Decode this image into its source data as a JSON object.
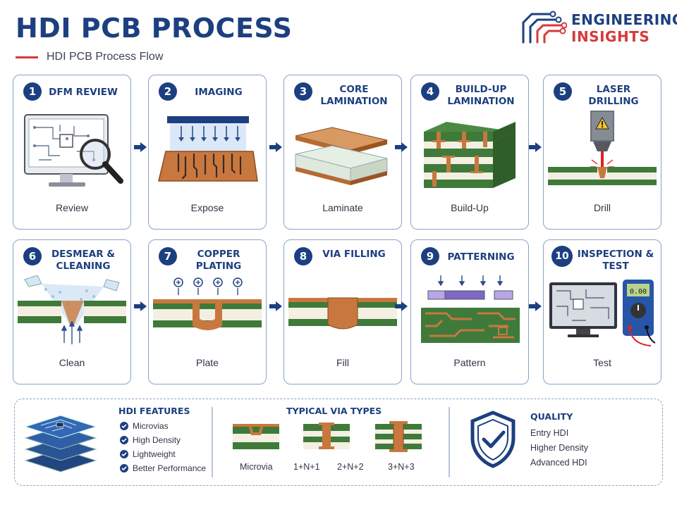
{
  "header": {
    "title": "HDI PCB PROCESS",
    "subtitle": "HDI PCB Process Flow",
    "logo_line1": "ENGINEERING",
    "logo_line2": "INSIGHTS"
  },
  "steps": [
    {
      "num": "1",
      "title": "DFM REVIEW",
      "caption": "Review"
    },
    {
      "num": "2",
      "title": "IMAGING",
      "caption": "Expose"
    },
    {
      "num": "3",
      "title": "CORE LAMINATION",
      "caption": "Laminate"
    },
    {
      "num": "4",
      "title": "BUILD-UP LAMINATION",
      "caption": "Build-Up"
    },
    {
      "num": "5",
      "title": "LASER DRILLING",
      "caption": "Drill"
    },
    {
      "num": "6",
      "title": "DESMEAR & CLEANING",
      "caption": "Clean"
    },
    {
      "num": "7",
      "title": "COPPER PLATING",
      "caption": "Plate"
    },
    {
      "num": "8",
      "title": "VIA FILLING",
      "caption": "Fill"
    },
    {
      "num": "9",
      "title": "PATTERNING",
      "caption": "Pattern"
    },
    {
      "num": "10",
      "title": "INSPECTION & TEST",
      "caption": "Test"
    }
  ],
  "features": {
    "title": "HDI FEATURES",
    "items": [
      "Microvias",
      "High Density",
      "Lightweight",
      "Better Performance"
    ]
  },
  "via_types": {
    "title": "TYPICAL VIA TYPES",
    "items": [
      "Microvia",
      "1+N+1",
      "2+N+2",
      "3+N+3"
    ]
  },
  "quality": {
    "title": "QUALITY",
    "items": [
      "Entry HDI",
      "Higher Density",
      "Advanced HDI"
    ]
  },
  "colors": {
    "navy": "#1c3f80",
    "accent_red": "#d63a3a",
    "pcb_green": "#3f7a3a",
    "copper": "#c8783f",
    "card_border": "#8aa3c7"
  },
  "icons": [
    "monitor-magnifier-icon",
    "exposure-lamp-icon",
    "laminate-stack-icon",
    "buildup-stack-icon",
    "laser-drill-icon",
    "cleaning-spray-icon",
    "plating-ions-icon",
    "via-fill-icon",
    "pattern-mask-icon",
    "multimeter-icon",
    "shield-check-icon",
    "circuit-logo-icon"
  ]
}
